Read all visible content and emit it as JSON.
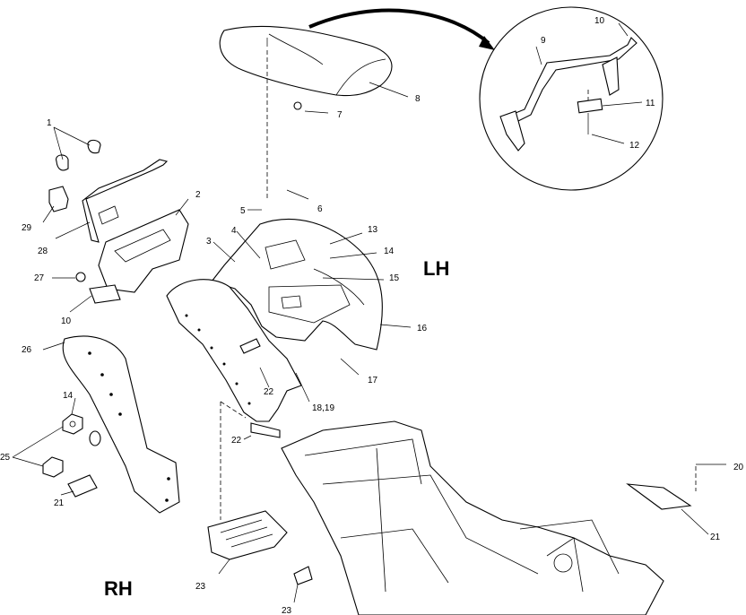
{
  "labels": {
    "lh": "LH",
    "rh": "RH"
  },
  "callouts": {
    "c1": "1",
    "c2": "2",
    "c3": "3",
    "c4": "4",
    "c5": "5",
    "c6": "6",
    "c7": "7",
    "c8": "8",
    "c9": "9",
    "c10": "10",
    "c11": "11",
    "c12": "12",
    "c13": "13",
    "c14a": "14",
    "c14b": "14",
    "c15": "15",
    "c16": "16",
    "c17": "17",
    "c18": "18,19",
    "c19": "10",
    "c20": "20",
    "c21a": "21",
    "c21b": "21",
    "c22a": "22",
    "c22b": "22",
    "c23a": "23",
    "c23b": "23",
    "c25": "25",
    "c26": "26",
    "c27": "27",
    "c28": "28",
    "c29": "29"
  }
}
